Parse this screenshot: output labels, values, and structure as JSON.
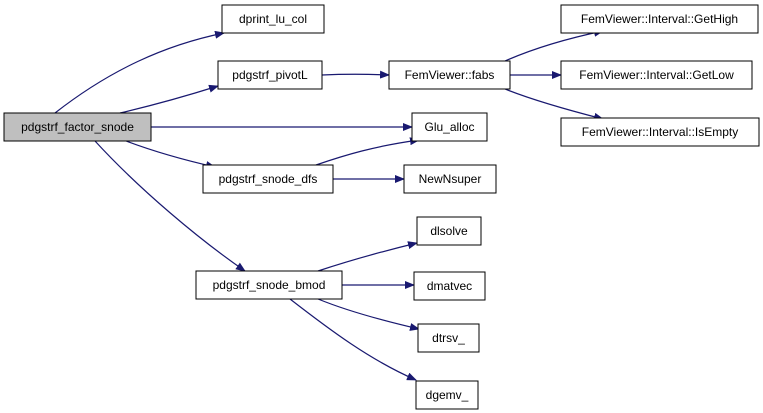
{
  "colors": {
    "edge": "#191970",
    "root_fill": "#bfbfbf",
    "node_fill": "#ffffff",
    "node_border": "#000000"
  },
  "nodes": [
    {
      "id": "root",
      "label": "pdgstrf_factor_snode",
      "highlighted": true
    },
    {
      "id": "dprint",
      "label": "dprint_lu_col"
    },
    {
      "id": "pivotL",
      "label": "pdgstrf_pivotL"
    },
    {
      "id": "fabs",
      "label": "FemViewer::fabs"
    },
    {
      "id": "gethigh",
      "label": "FemViewer::Interval::GetHigh"
    },
    {
      "id": "getlow",
      "label": "FemViewer::Interval::GetLow"
    },
    {
      "id": "isempty",
      "label": "FemViewer::Interval::IsEmpty"
    },
    {
      "id": "glu",
      "label": "Glu_alloc"
    },
    {
      "id": "dfs",
      "label": "pdgstrf_snode_dfs"
    },
    {
      "id": "newnsuper",
      "label": "NewNsuper"
    },
    {
      "id": "bmod",
      "label": "pdgstrf_snode_bmod"
    },
    {
      "id": "dlsolve",
      "label": "dlsolve"
    },
    {
      "id": "dmatvec",
      "label": "dmatvec"
    },
    {
      "id": "dtrsv",
      "label": "dtrsv_"
    },
    {
      "id": "dgemv",
      "label": "dgemv_"
    }
  ],
  "edges": [
    {
      "from": "root",
      "to": "dprint"
    },
    {
      "from": "root",
      "to": "pivotL"
    },
    {
      "from": "root",
      "to": "glu"
    },
    {
      "from": "root",
      "to": "dfs"
    },
    {
      "from": "root",
      "to": "bmod"
    },
    {
      "from": "pivotL",
      "to": "fabs"
    },
    {
      "from": "fabs",
      "to": "gethigh"
    },
    {
      "from": "fabs",
      "to": "getlow"
    },
    {
      "from": "fabs",
      "to": "isempty"
    },
    {
      "from": "dfs",
      "to": "glu"
    },
    {
      "from": "dfs",
      "to": "newnsuper"
    },
    {
      "from": "bmod",
      "to": "dlsolve"
    },
    {
      "from": "bmod",
      "to": "dmatvec"
    },
    {
      "from": "bmod",
      "to": "dtrsv"
    },
    {
      "from": "bmod",
      "to": "dgemv"
    }
  ]
}
